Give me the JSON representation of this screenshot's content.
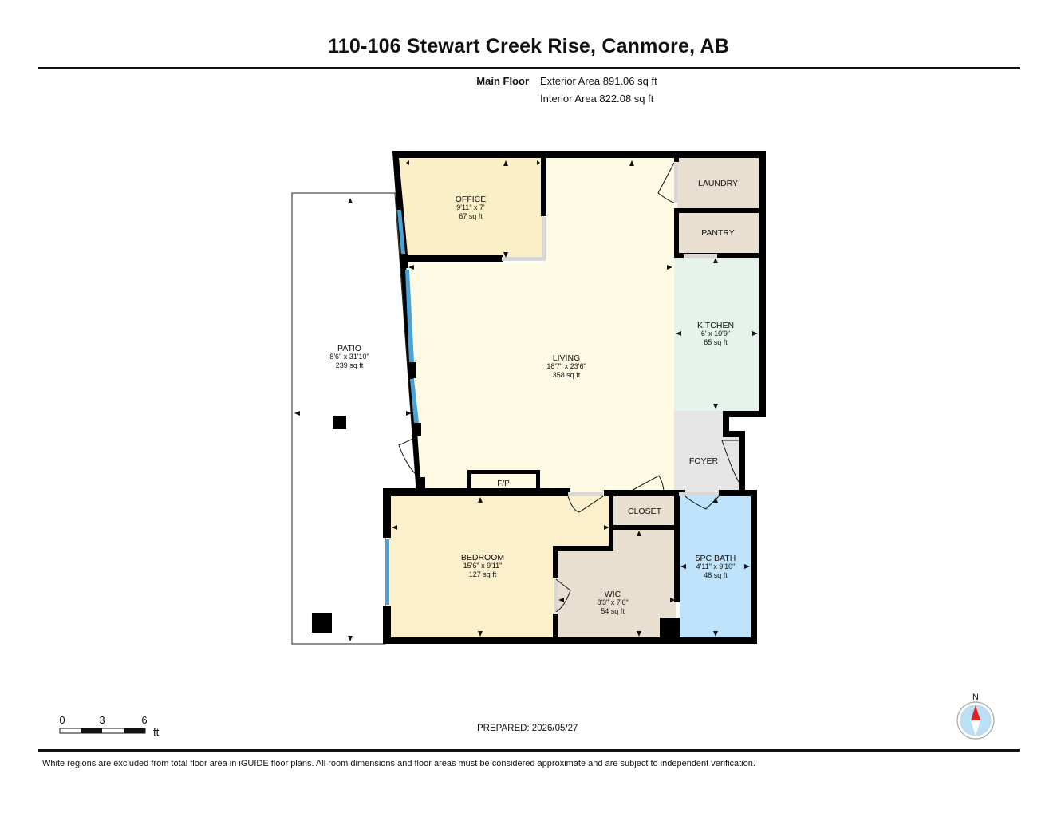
{
  "header": {
    "title": "110-106 Stewart Creek Rise, Canmore, AB",
    "floor_name": "Main Floor",
    "exterior_area": "Exterior Area 891.06 sq ft",
    "interior_area": "Interior Area 822.08 sq ft"
  },
  "rooms": {
    "office": {
      "name": "OFFICE",
      "dims": "9'11\" x 7'",
      "area": "67 sq ft"
    },
    "living": {
      "name": "LIVING",
      "dims": "18'7\" x 23'6\"",
      "area": "358 sq ft"
    },
    "patio": {
      "name": "PATIO",
      "dims": "8'6\" x 31'10\"",
      "area": "239 sq ft"
    },
    "laundry": {
      "name": "LAUNDRY"
    },
    "pantry": {
      "name": "PANTRY"
    },
    "kitchen": {
      "name": "KITCHEN",
      "dims": "6' x 10'9\"",
      "area": "65 sq ft"
    },
    "foyer": {
      "name": "FOYER"
    },
    "fireplace": {
      "name": "F/P"
    },
    "closet": {
      "name": "CLOSET"
    },
    "bedroom": {
      "name": "BEDROOM",
      "dims": "15'6\" x 9'11\"",
      "area": "127 sq ft"
    },
    "wic": {
      "name": "WIC",
      "dims": "8'3\" x 7'6\"",
      "area": "54 sq ft"
    },
    "bath": {
      "name": "5PC BATH",
      "dims": "4'11\" x 9'10\"",
      "area": "48 sq ft"
    }
  },
  "colors": {
    "office": "#fbefc8",
    "living": "#fefae3",
    "bedroom": "#fcefcb",
    "laundry": "#e8dfd1",
    "kitchen": "#e5f3ea",
    "foyer": "#e5e5e5",
    "bath": "#bfe3fb",
    "wall": "#000000",
    "window": "#4aa3d6"
  },
  "scale_bar": {
    "ticks": [
      "0",
      "3",
      "6"
    ],
    "unit": "ft"
  },
  "compass": {
    "label": "N",
    "needle_color": "#e0202a"
  },
  "footer": {
    "prepared": "PREPARED: 2026/05/27",
    "disclaimer": "White regions are excluded from total floor area in iGUIDE floor plans. All room dimensions and floor areas must be considered approximate and are subject to independent verification."
  }
}
